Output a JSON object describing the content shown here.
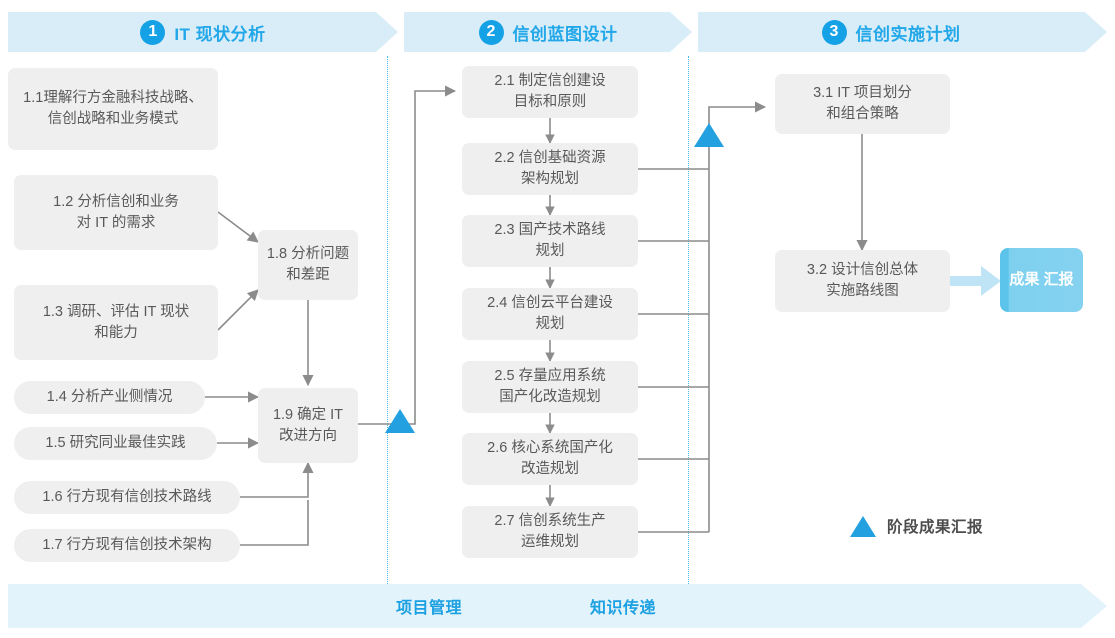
{
  "phases": [
    {
      "number": "1",
      "title": "IT 现状分析"
    },
    {
      "number": "2",
      "title": "信创蓝图设计"
    },
    {
      "number": "3",
      "title": "信创实施计划"
    }
  ],
  "boxes": {
    "b11": "1.1理解行方金融科技战略、信创战略和业务模式",
    "b11_l1": "1.1理解行方金融科技战略、",
    "b11_l2": "信创战略和业务模式",
    "b12_l1": "1.2 分析信创和业务",
    "b12_l2": "对 IT 的需求",
    "b13_l1": "1.3 调研、评估 IT 现状",
    "b13_l2": "和能力",
    "b14": "1.4 分析产业侧情况",
    "b15": "1.5 研究同业最佳实践",
    "b16": "1.6 行方现有信创技术路线",
    "b17": "1.7 行方现有信创技术架构",
    "b18_l1": "1.8 分析问题",
    "b18_l2": "和差距",
    "b19_l1": "1.9 确定 IT",
    "b19_l2": "改进方向",
    "b21_l1": "2.1 制定信创建设",
    "b21_l2": "目标和原则",
    "b22_l1": "2.2 信创基础资源",
    "b22_l2": "架构规划",
    "b23_l1": "2.3 国产技术路线",
    "b23_l2": "规划",
    "b24_l1": "2.4 信创云平台建设",
    "b24_l2": "规划",
    "b25_l1": "2.5 存量应用系统",
    "b25_l2": "国产化改造规划",
    "b26_l1": "2.6 核心系统国产化",
    "b26_l2": "改造规划",
    "b27_l1": "2.7 信创系统生产",
    "b27_l2": "运维规划",
    "b31_l1": "3.1 IT 项目划分",
    "b31_l2": "和组合策略",
    "b32_l1": "3.2 设计信创总体",
    "b32_l2": "实施路线图"
  },
  "result": {
    "line1": "成果",
    "line2": "汇报"
  },
  "legend": {
    "label": "阶段成果汇报"
  },
  "bottom": {
    "left_label": "项目管理",
    "right_label": "知识传递"
  },
  "colors": {
    "band": "#d9edf9",
    "accent": "#22a7e8",
    "badge": "#14a1e5",
    "box_fill": "#efefef",
    "box_text": "#595959",
    "wire": "#8c8c8c",
    "milestone": "#22a0e0",
    "result_chip": "#7ed0ef",
    "bottom_band": "#e3f3fb",
    "dotted": "#4cb8e8"
  },
  "icons": {
    "phase_badge": "numbered-circle-icon",
    "milestone": "triangle-up-icon",
    "chevron": "chevron-right-banner-icon",
    "arrow": "arrow-right-icon"
  }
}
